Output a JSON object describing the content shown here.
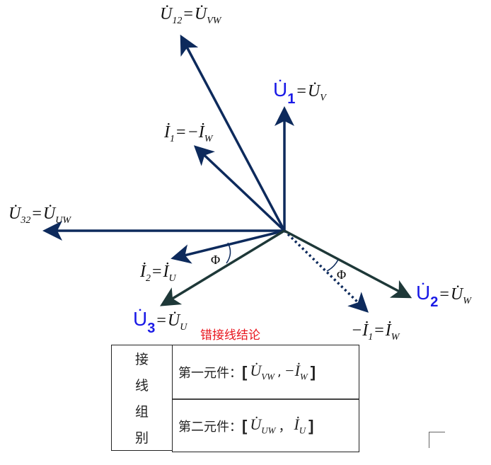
{
  "phasors": {
    "u12": {
      "sym": "U̇",
      "sub": "12",
      "eq": "=",
      "sym2": "U̇",
      "sub2": "VW"
    },
    "u1": {
      "sym": "U̇",
      "sub": "1",
      "eq": "=",
      "sym2": "U̇",
      "sub2": "V"
    },
    "i1": {
      "sym": "İ",
      "sub": "1",
      "eq": "=",
      "sym2": "−İ",
      "sub2": "W"
    },
    "u32": {
      "sym": "U̇",
      "sub": "32",
      "eq": "=",
      "sym2": "U̇",
      "sub2": "UW"
    },
    "i2": {
      "sym": "İ",
      "sub": "2",
      "eq": "=",
      "sym2": "İ",
      "sub2": "U"
    },
    "u3": {
      "sym": "U̇",
      "sub": "3",
      "eq": "=",
      "sym2": "U̇",
      "sub2": "U"
    },
    "u2": {
      "sym": "U̇",
      "sub": "2",
      "eq": "=",
      "sym2": "U̇",
      "sub2": "W"
    },
    "neg_i1": {
      "sym": "−İ",
      "sub": "1",
      "eq": "=",
      "sym2": "İ",
      "sub2": "W"
    }
  },
  "angle_label": "Φ",
  "conclusion_title": "错接线结论",
  "table": {
    "group_label": [
      "接",
      "线",
      "组",
      "别"
    ],
    "rows": [
      {
        "label": "第一元件：",
        "open": "[",
        "a": "U̇",
        "a_sub": "VW",
        "sep": ",",
        "b": "−İ",
        "b_sub": "W",
        "close": "]"
      },
      {
        "label": "第二元件：",
        "open": "[",
        "a": "U̇",
        "a_sub": "UW",
        "sep": "，",
        "b": "İ",
        "b_sub": "U",
        "close": "]"
      }
    ]
  },
  "colors": {
    "phasor": "#0d2a5c",
    "phasor_dark": "#1e3838",
    "highlight": "#1a1ae6",
    "red": "#e8141c"
  }
}
